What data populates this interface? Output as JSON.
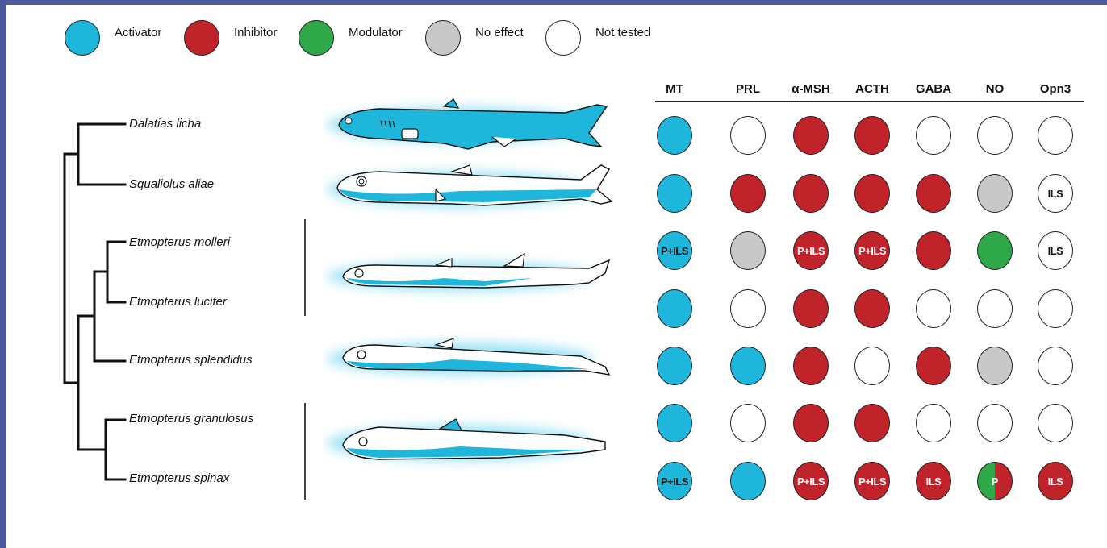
{
  "colors": {
    "activator": "#1fb6dc",
    "inhibitor": "#c1232b",
    "modulator": "#2fa84a",
    "no_effect": "#c8c8c8",
    "not_tested": "#ffffff",
    "frame": "#4a5a9c"
  },
  "legend": [
    {
      "key": "activator",
      "label": "Activator"
    },
    {
      "key": "inhibitor",
      "label": "Inhibitor"
    },
    {
      "key": "modulator",
      "label": "Modulator"
    },
    {
      "key": "no_effect",
      "label": "No effect"
    },
    {
      "key": "not_tested",
      "label": "Not tested"
    }
  ],
  "columns": [
    "MT",
    "PRL",
    "α-MSH",
    "ACTH",
    "GABA",
    "NO",
    "Opn3"
  ],
  "species": [
    {
      "name": "Dalatias licha",
      "cells": [
        {
          "effect": "activator",
          "text": ""
        },
        {
          "effect": "not_tested",
          "text": ""
        },
        {
          "effect": "inhibitor",
          "text": ""
        },
        {
          "effect": "inhibitor",
          "text": ""
        },
        {
          "effect": "not_tested",
          "text": ""
        },
        {
          "effect": "not_tested",
          "text": ""
        },
        {
          "effect": "not_tested",
          "text": ""
        }
      ]
    },
    {
      "name": "Squaliolus aliae",
      "cells": [
        {
          "effect": "activator",
          "text": ""
        },
        {
          "effect": "inhibitor",
          "text": ""
        },
        {
          "effect": "inhibitor",
          "text": ""
        },
        {
          "effect": "inhibitor",
          "text": ""
        },
        {
          "effect": "inhibitor",
          "text": ""
        },
        {
          "effect": "no_effect",
          "text": ""
        },
        {
          "effect": "not_tested",
          "text": "ILS"
        }
      ]
    },
    {
      "name": "Etmopterus molleri",
      "cells": [
        {
          "effect": "activator",
          "text": "P+ILS"
        },
        {
          "effect": "no_effect",
          "text": ""
        },
        {
          "effect": "inhibitor",
          "text": "P+ILS"
        },
        {
          "effect": "inhibitor",
          "text": "P+ILS"
        },
        {
          "effect": "inhibitor",
          "text": ""
        },
        {
          "effect": "modulator",
          "text": ""
        },
        {
          "effect": "not_tested",
          "text": "ILS"
        }
      ]
    },
    {
      "name": "Etmopterus lucifer",
      "cells": [
        {
          "effect": "activator",
          "text": ""
        },
        {
          "effect": "not_tested",
          "text": ""
        },
        {
          "effect": "inhibitor",
          "text": ""
        },
        {
          "effect": "inhibitor",
          "text": ""
        },
        {
          "effect": "not_tested",
          "text": ""
        },
        {
          "effect": "not_tested",
          "text": ""
        },
        {
          "effect": "not_tested",
          "text": ""
        }
      ]
    },
    {
      "name": "Etmopterus splendidus",
      "cells": [
        {
          "effect": "activator",
          "text": ""
        },
        {
          "effect": "activator",
          "text": ""
        },
        {
          "effect": "inhibitor",
          "text": ""
        },
        {
          "effect": "not_tested",
          "text": ""
        },
        {
          "effect": "inhibitor",
          "text": ""
        },
        {
          "effect": "no_effect",
          "text": ""
        },
        {
          "effect": "not_tested",
          "text": ""
        }
      ]
    },
    {
      "name": "Etmopterus granulosus",
      "cells": [
        {
          "effect": "activator",
          "text": ""
        },
        {
          "effect": "not_tested",
          "text": ""
        },
        {
          "effect": "inhibitor",
          "text": ""
        },
        {
          "effect": "inhibitor",
          "text": ""
        },
        {
          "effect": "not_tested",
          "text": ""
        },
        {
          "effect": "not_tested",
          "text": ""
        },
        {
          "effect": "not_tested",
          "text": ""
        }
      ]
    },
    {
      "name": "Etmopterus spinax",
      "cells": [
        {
          "effect": "activator",
          "text": "P+ILS"
        },
        {
          "effect": "activator",
          "text": ""
        },
        {
          "effect": "inhibitor",
          "text": "P+ILS"
        },
        {
          "effect": "inhibitor",
          "text": "P+ILS"
        },
        {
          "effect": "inhibitor",
          "text": "ILS"
        },
        {
          "effect": "modulator+inhibitor",
          "text": "P"
        },
        {
          "effect": "inhibitor",
          "text": "ILS"
        }
      ]
    }
  ]
}
